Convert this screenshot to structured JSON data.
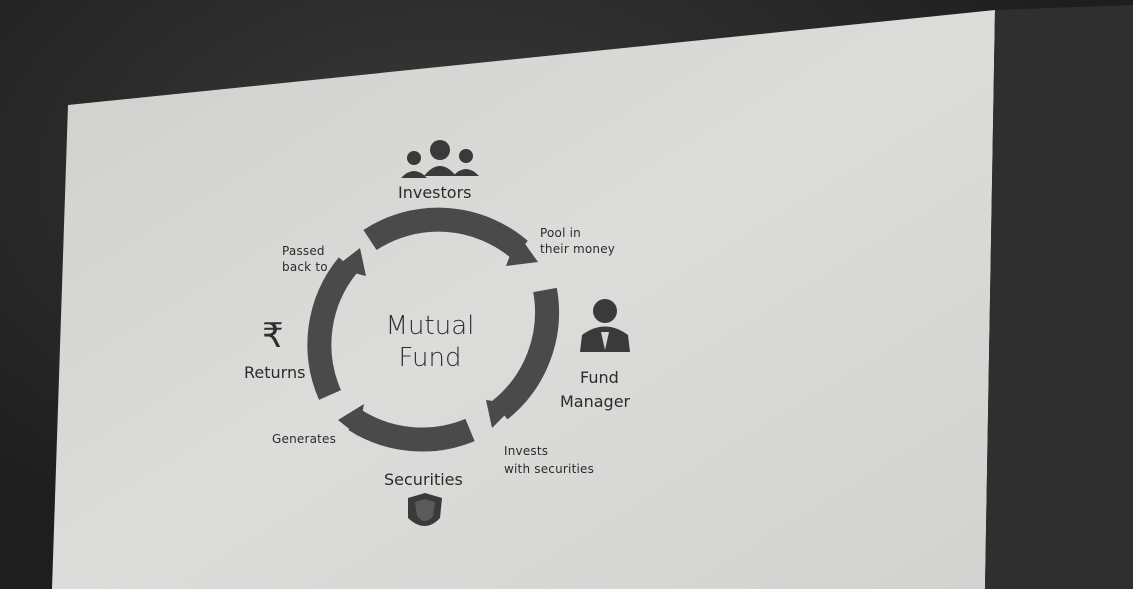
{
  "diagram": {
    "center": {
      "line1": "Mutual",
      "line2": "Fund"
    },
    "nodes": {
      "investors": "Investors",
      "fund_manager_line1": "Fund",
      "fund_manager_line2": "Manager",
      "securities": "Securities",
      "returns": "Returns"
    },
    "edges": {
      "pool_line1": "Pool in",
      "pool_line2": "their money",
      "invests_line1": "Invests",
      "invests_line2": "with securities",
      "generates": "Generates",
      "passed_line1": "Passed",
      "passed_line2": "back to"
    },
    "icons": {
      "investors": "people-group-icon",
      "fund_manager": "businessman-icon",
      "securities": "shield-icon",
      "returns": "rupee-icon"
    },
    "rupee_symbol": "₹"
  },
  "colors": {
    "screen": "#d9d9d7",
    "arrow": "#4a4a4a",
    "text": "#2b2b2b",
    "frame": "#2a2a2a"
  }
}
